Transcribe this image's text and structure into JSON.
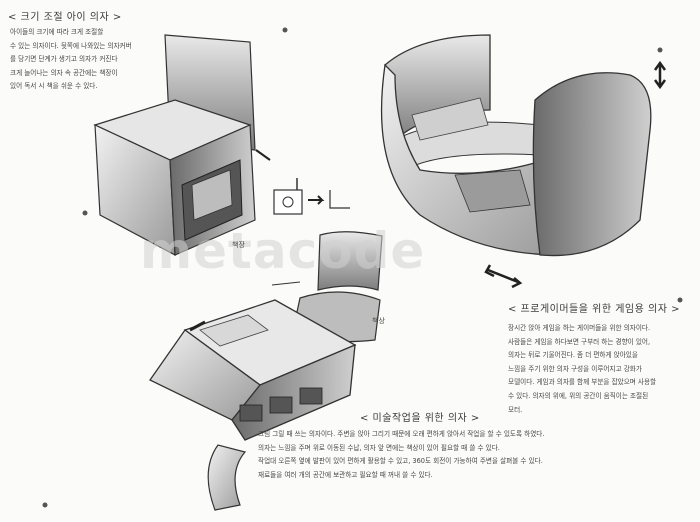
{
  "sections": {
    "chair": {
      "title": "< 크기 조절 아이 의자 >",
      "lines": [
        "아이들의 크기에 따라 크게 조절할",
        "수 있는 의자이다. 뒷쪽에 나와있는 의자커버",
        "를 당기면 단계가 생기고 의자가 커진다",
        "크게 늘어나는 의자 속 공간에는 책장이",
        "있어 독서 시 책을 쉬운 수 있다."
      ],
      "label": "책장"
    },
    "gaming": {
      "title": "< 프로게이머들을 위한 게임용 의자 >",
      "lines": [
        "장시간 앉아 게임을 하는 게이머들을 위한 의자이다.",
        "사람들은 게임을 하다보면 구부러 하는 경향이 있어,",
        "의자는 뒤로 기울어진다. 좀 더 편하게 앉아있을",
        "느낌을 주기 위한 의자 구성을 이루어지고 강화가",
        "모델이다. 게임과 의자를 함께 부분을 잡았으며 사용할",
        "수 있다. 의자의 위에, 위의 공간이 움직이는 조절된",
        "모터."
      ]
    },
    "desk": {
      "title": "< 미술작업을 위한 의자 >",
      "lines": [
        "그림 그릴 때 쓰는 의자이다. 주변을 앉아 그리기 때문에 오래 편하게 앉아서 작업을 할 수 있도록 하였다.",
        "의자는 느낌을 주며 위로 이동된 수납, 의자 앞 면에는 책상이 있어 필요할 때 쓸 수 있다.",
        "작업대 오른쪽 옆에 발판이 있어 편하게 활용할 수 있고, 360도 회전이 가능하여 주변을 살펴볼 수 있다.",
        "재료들을 여러 개의 공간에 보관하고 필요할 때 꺼내 쓸 수 있다."
      ],
      "label": "책상"
    }
  },
  "watermark": "metacode"
}
